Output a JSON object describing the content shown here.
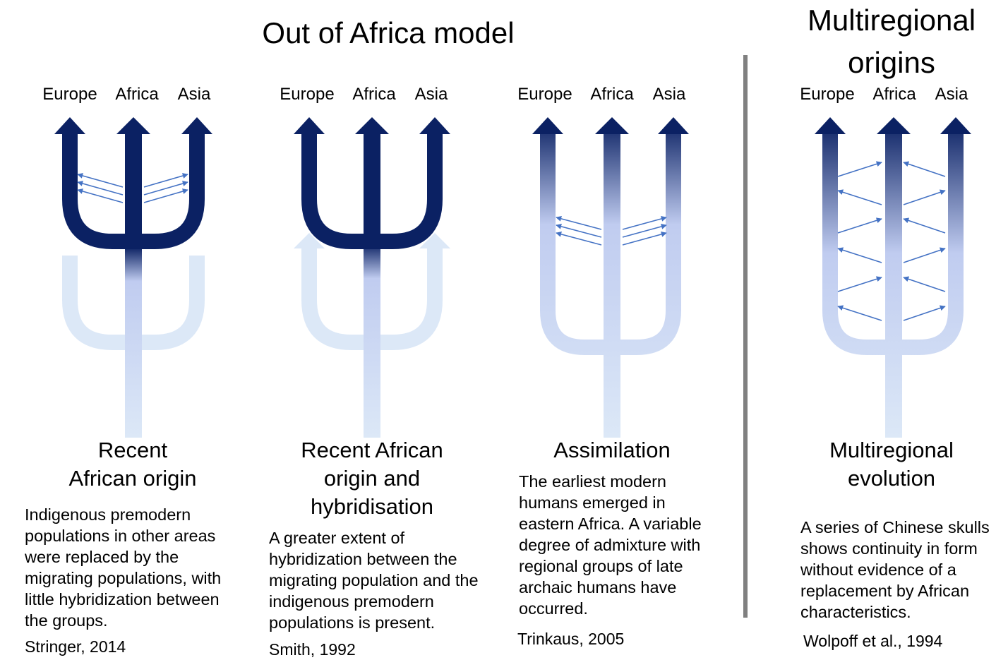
{
  "headings": {
    "out_of_africa": "Out of Africa model",
    "multiregional_line1": "Multiregional",
    "multiregional_line2": "origins"
  },
  "regions": [
    "Europe",
    "Africa",
    "Asia"
  ],
  "models": [
    {
      "title_lines": [
        "Recent",
        "African origin"
      ],
      "description_lines": [
        "Indigenous premodern",
        "populations in other areas",
        "were replaced by the",
        "migrating populations, with",
        "little hybridization between",
        "the groups."
      ],
      "citation": "Stringer, 2014"
    },
    {
      "title_lines": [
        "Recent African",
        "origin and",
        "hybridisation"
      ],
      "description_lines": [
        "A greater extent of",
        "hybridization between the",
        "migrating population and the",
        "indigenous premodern",
        "populations is present."
      ],
      "citation": "Smith, 1992"
    },
    {
      "title_lines": [
        "Assimilation"
      ],
      "description_lines": [
        "The earliest modern",
        "humans emerged in",
        "eastern Africa. A variable",
        "degree of admixture with",
        "regional groups of late",
        "archaic humans have",
        "occurred."
      ],
      "citation": "Trinkaus, 2005"
    },
    {
      "title_lines": [
        "Multiregional",
        "evolution"
      ],
      "description_lines": [
        "A series of Chinese skulls",
        "shows continuity in form",
        "without evidence of a",
        "replacement by African",
        "characteristics."
      ],
      "citation": "Wolpoff et al., 1994"
    }
  ],
  "colors": {
    "dark_navy": "#0b2163",
    "pale_blue": "#dce8f7",
    "mid_lavender": "#c0ccf0",
    "gene_flow_arrow": "#4472c4",
    "divider": "#808080"
  }
}
